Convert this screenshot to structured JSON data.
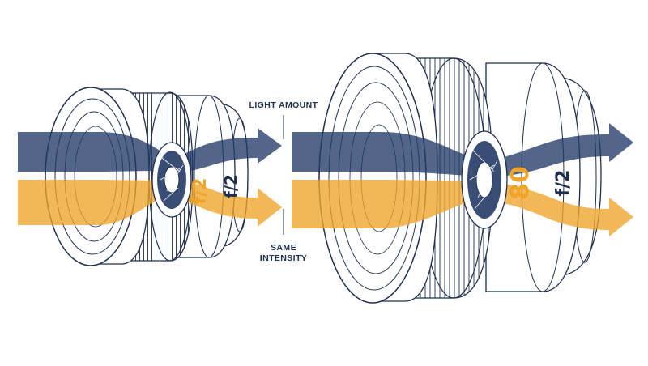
{
  "colors": {
    "navy": "#233a66",
    "orange": "#eea429",
    "line": "#1f2f4f",
    "white": "#ffffff"
  },
  "labels": {
    "light_amount": "LIGHT AMOUNT",
    "same_intensity_line1": "SAME",
    "same_intensity_line2": "INTENSITY"
  },
  "left_lens": {
    "aperture_label_front": "f/2",
    "aperture_label_back": "f/2"
  },
  "right_lens": {
    "focal_label": "80",
    "aperture_label": "f/2"
  }
}
